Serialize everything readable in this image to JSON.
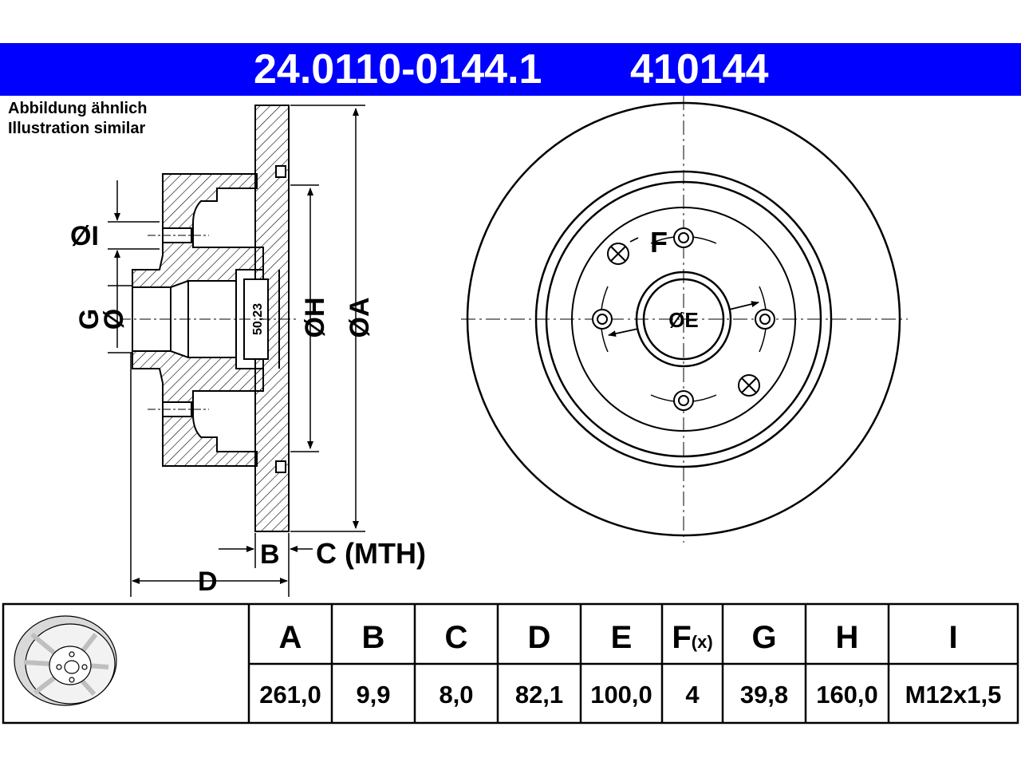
{
  "header": {
    "part_number": "24.0110-0144.1",
    "reference_number": "410144",
    "bar_color": "#0000ff"
  },
  "caption": {
    "line1": "Abbildung ähnlich",
    "line2": "Illustration similar"
  },
  "side_view": {
    "labels": {
      "dim_i": "ØI",
      "dim_g": "G",
      "dim_g_dia": "Ø",
      "dim_h": "ØH",
      "dim_a": "ØA",
      "dim_d": "D",
      "dim_b": "B",
      "dim_c": "C (MTH)",
      "bore_depth": "50,23"
    }
  },
  "front_view": {
    "labels": {
      "dim_f": "F",
      "dim_e": "ØE"
    }
  },
  "spec_table": {
    "columns": [
      {
        "key": "A",
        "header": "A",
        "value": "261,0"
      },
      {
        "key": "B",
        "header": "B",
        "value": "9,9"
      },
      {
        "key": "C",
        "header": "C",
        "value": "8,0"
      },
      {
        "key": "D",
        "header": "D",
        "value": "82,1"
      },
      {
        "key": "E",
        "header": "E",
        "value": "100,0"
      },
      {
        "key": "F",
        "header": "F",
        "header_suffix": "(x)",
        "value": "4"
      },
      {
        "key": "G",
        "header": "G",
        "value": "39,8"
      },
      {
        "key": "H",
        "header": "H",
        "value": "160,0"
      },
      {
        "key": "I",
        "header": "I",
        "value": "M12x1,5"
      }
    ]
  }
}
